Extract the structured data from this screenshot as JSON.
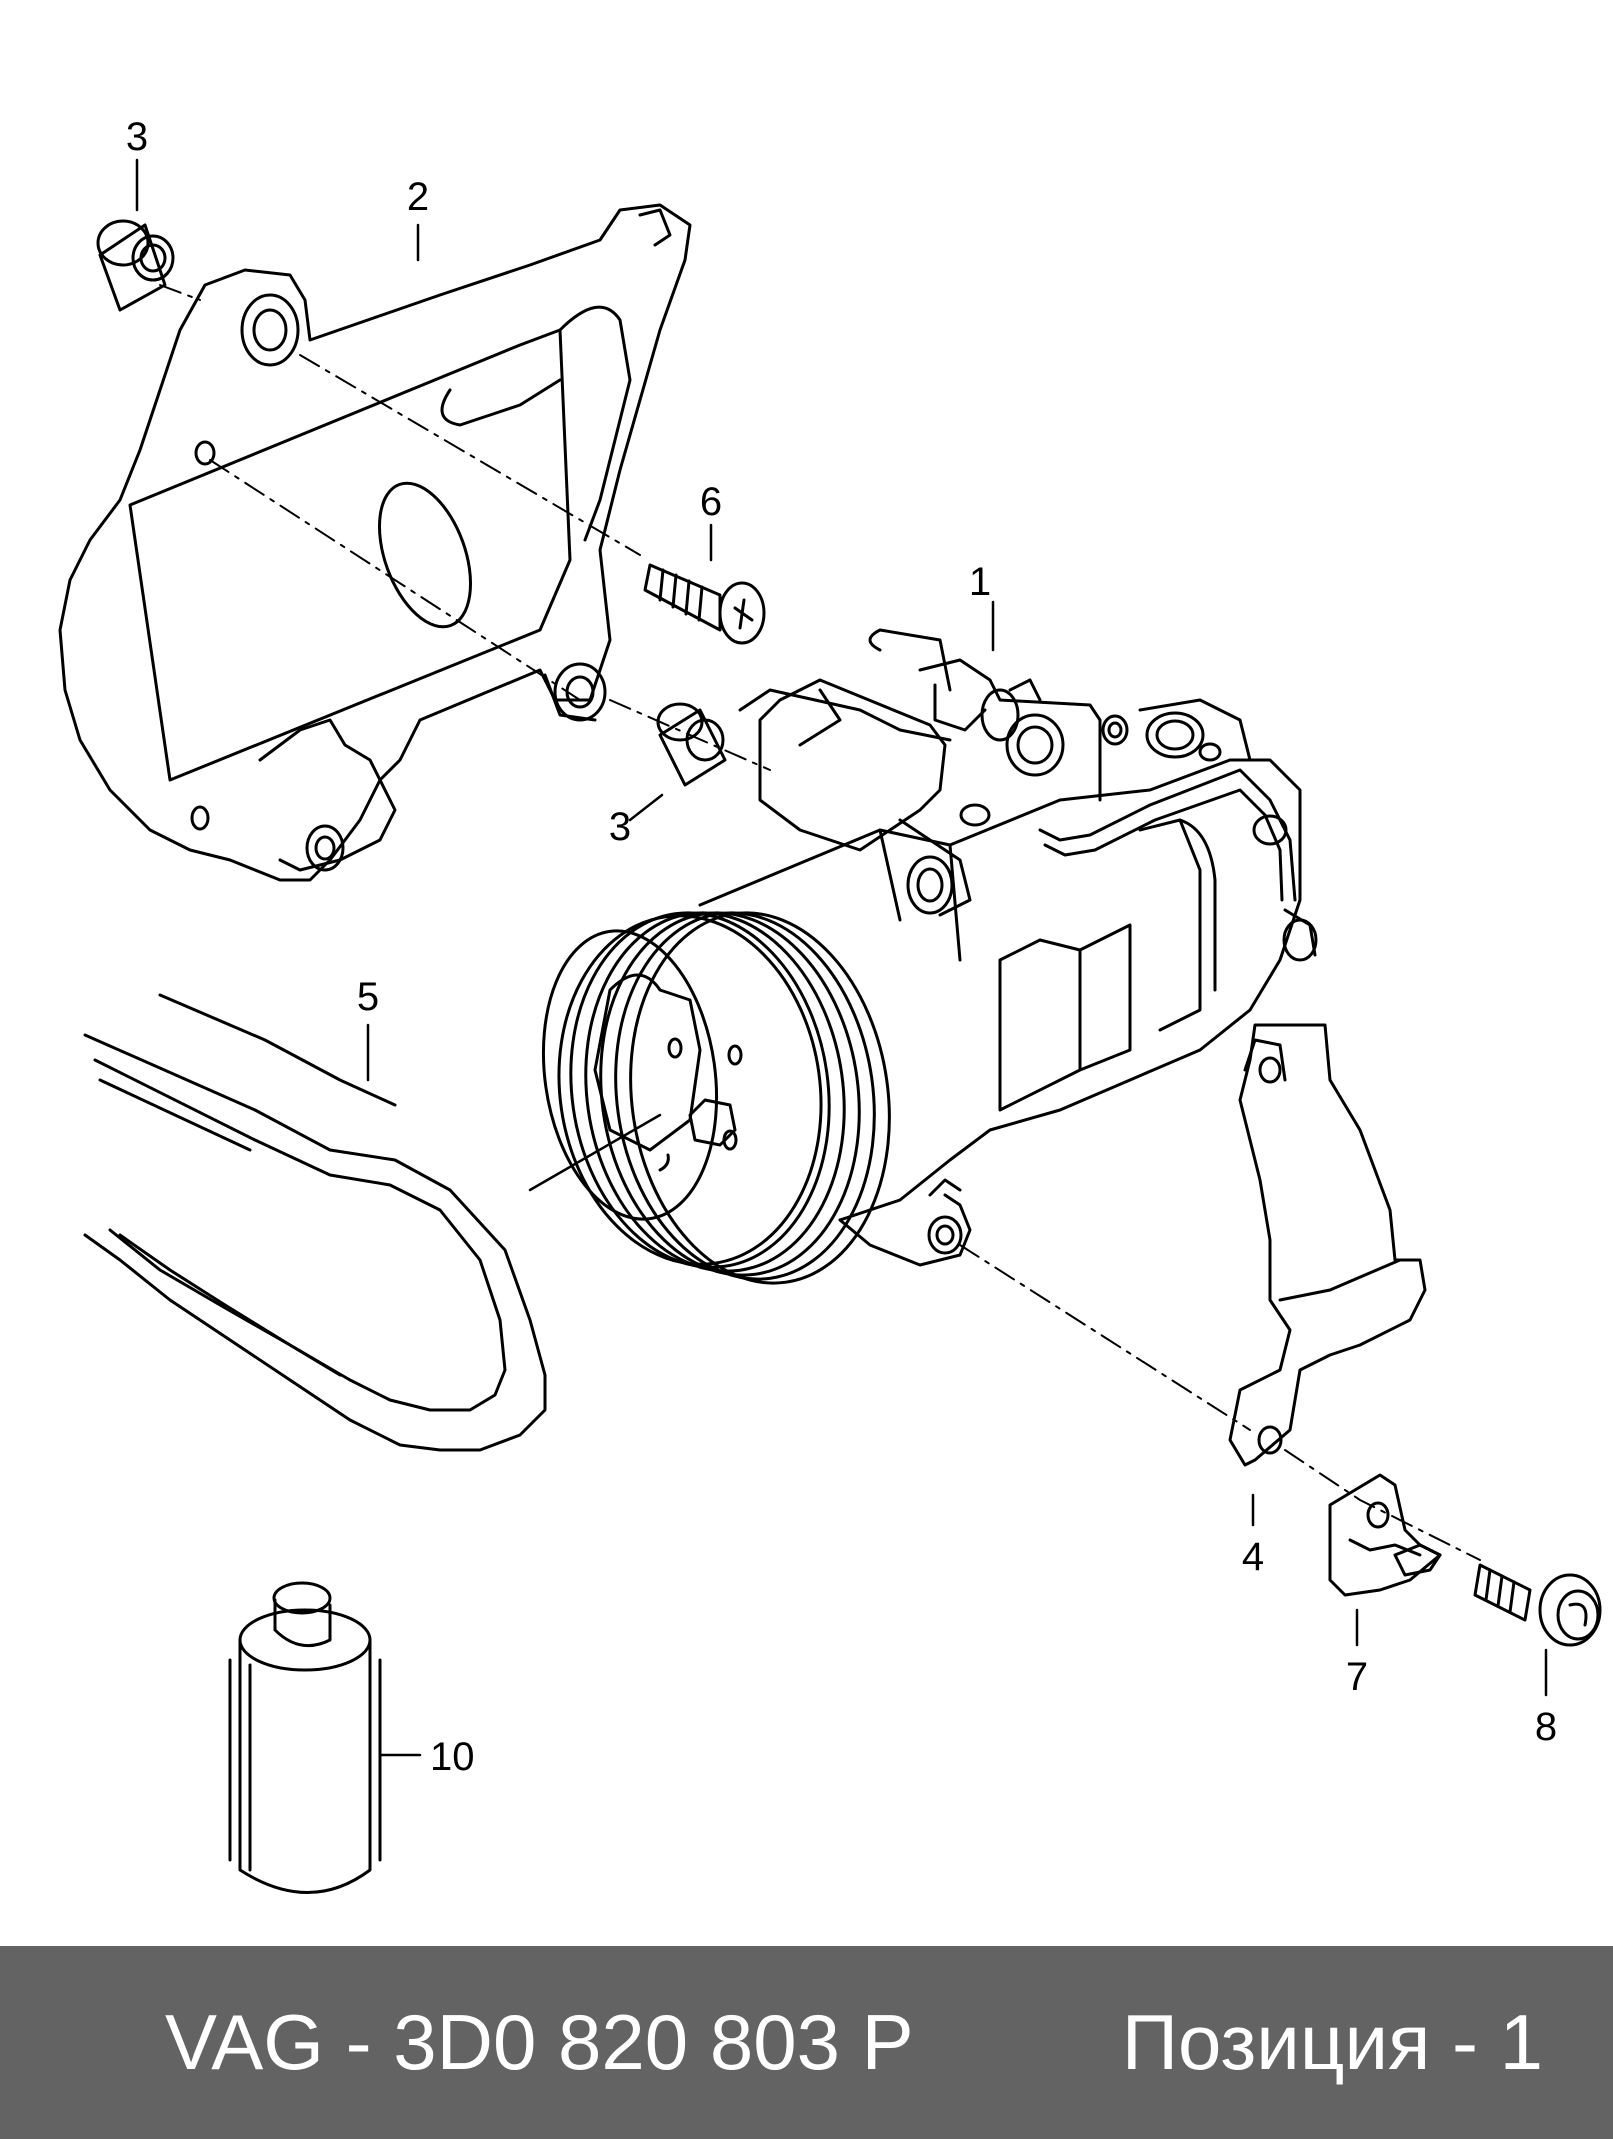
{
  "diagram": {
    "callouts": [
      {
        "id": "c1",
        "text": "1"
      },
      {
        "id": "c2",
        "text": "2"
      },
      {
        "id": "c3a",
        "text": "3"
      },
      {
        "id": "c3b",
        "text": "3"
      },
      {
        "id": "c4",
        "text": "4"
      },
      {
        "id": "c5",
        "text": "5"
      },
      {
        "id": "c6",
        "text": "6"
      },
      {
        "id": "c7",
        "text": "7"
      },
      {
        "id": "c8",
        "text": "8"
      },
      {
        "id": "c10",
        "text": "10"
      }
    ]
  },
  "footer": {
    "part_number": "VAG - 3D0 820 803 P",
    "position": "Позиция - 1"
  },
  "colors": {
    "footer_bg": "#636363",
    "footer_text": "#ffffff",
    "line": "#000000"
  }
}
